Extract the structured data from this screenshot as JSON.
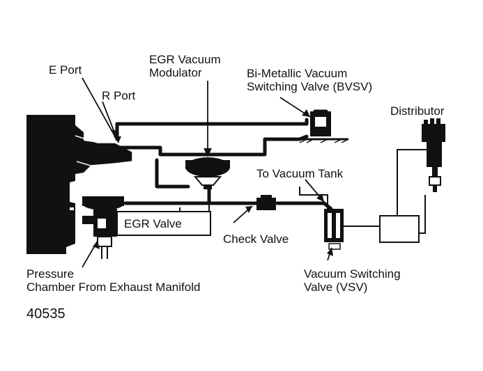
{
  "labels": {
    "e_port": "E Port",
    "r_port": "R Port",
    "egr_modulator": [
      "EGR Vacuum",
      "Modulator"
    ],
    "bvsv": [
      "Bi-Metallic Vacuum",
      "Switching Valve (BVSV)"
    ],
    "distributor": "Distributor",
    "vacuum_tank": "To Vacuum Tank",
    "egr_valve": "EGR Valve",
    "check_valve": "Check Valve",
    "pressure_chamber": [
      "Pressure",
      "Chamber From Exhaust Manifold"
    ],
    "vsv": [
      "Vacuum Switching",
      "Valve (VSV)"
    ]
  },
  "figure_number": "40535",
  "colors": {
    "ink": "#111111",
    "paper": "#ffffff"
  }
}
